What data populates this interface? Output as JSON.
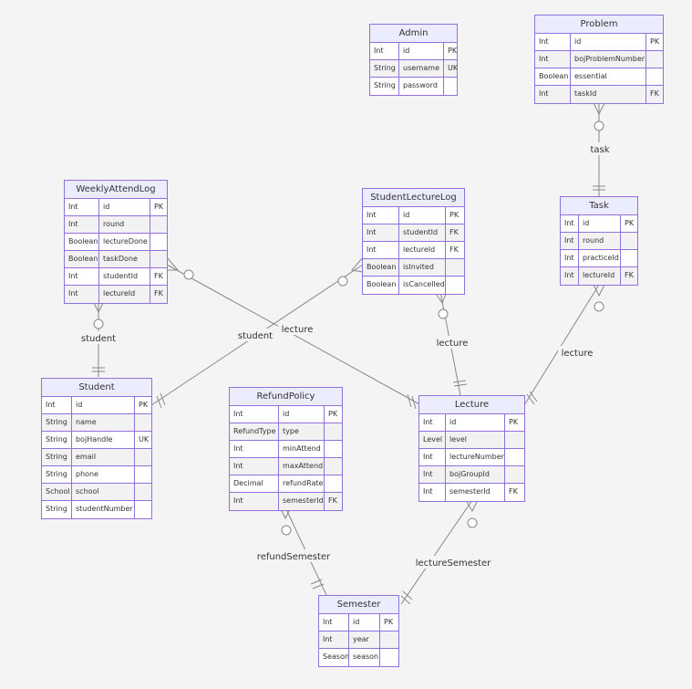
{
  "entities": [
    {
      "id": "Admin",
      "title": "Admin",
      "attrs": [
        [
          "Int",
          "id",
          "PK"
        ],
        [
          "String",
          "username",
          "UK"
        ],
        [
          "String",
          "password",
          ""
        ]
      ]
    },
    {
      "id": "Problem",
      "title": "Problem",
      "attrs": [
        [
          "Int",
          "id",
          "PK"
        ],
        [
          "Int",
          "bojProblemNumber",
          ""
        ],
        [
          "Boolean",
          "essential",
          ""
        ],
        [
          "Int",
          "taskId",
          "FK"
        ]
      ]
    },
    {
      "id": "WeeklyAttendLog",
      "title": "WeeklyAttendLog",
      "attrs": [
        [
          "Int",
          "id",
          "PK"
        ],
        [
          "Int",
          "round",
          ""
        ],
        [
          "Boolean",
          "lectureDone",
          ""
        ],
        [
          "Boolean",
          "taskDone",
          ""
        ],
        [
          "Int",
          "studentId",
          "FK"
        ],
        [
          "Int",
          "lectureId",
          "FK"
        ]
      ]
    },
    {
      "id": "StudentLectureLog",
      "title": "StudentLectureLog",
      "attrs": [
        [
          "Int",
          "id",
          "PK"
        ],
        [
          "Int",
          "studentId",
          "FK"
        ],
        [
          "Int",
          "lectureId",
          "FK"
        ],
        [
          "Boolean",
          "isInvited",
          ""
        ],
        [
          "Boolean",
          "isCancelled",
          ""
        ]
      ]
    },
    {
      "id": "Task",
      "title": "Task",
      "attrs": [
        [
          "Int",
          "id",
          "PK"
        ],
        [
          "Int",
          "round",
          ""
        ],
        [
          "Int",
          "practiceId",
          ""
        ],
        [
          "Int",
          "lectureId",
          "FK"
        ]
      ]
    },
    {
      "id": "Student",
      "title": "Student",
      "attrs": [
        [
          "Int",
          "id",
          "PK"
        ],
        [
          "String",
          "name",
          ""
        ],
        [
          "String",
          "bojHandle",
          "UK"
        ],
        [
          "String",
          "email",
          ""
        ],
        [
          "String",
          "phone",
          ""
        ],
        [
          "School",
          "school",
          ""
        ],
        [
          "String",
          "studentNumber",
          ""
        ]
      ]
    },
    {
      "id": "RefundPolicy",
      "title": "RefundPolicy",
      "attrs": [
        [
          "Int",
          "id",
          "PK"
        ],
        [
          "RefundType",
          "type",
          ""
        ],
        [
          "Int",
          "minAttend",
          ""
        ],
        [
          "Int",
          "maxAttend",
          ""
        ],
        [
          "Decimal",
          "refundRate",
          ""
        ],
        [
          "Int",
          "semesterId",
          "FK"
        ]
      ]
    },
    {
      "id": "Lecture",
      "title": "Lecture",
      "attrs": [
        [
          "Int",
          "id",
          "PK"
        ],
        [
          "Level",
          "level",
          ""
        ],
        [
          "Int",
          "lectureNumber",
          ""
        ],
        [
          "Int",
          "bojGroupId",
          ""
        ],
        [
          "Int",
          "semesterId",
          "FK"
        ]
      ]
    },
    {
      "id": "Semester",
      "title": "Semester",
      "attrs": [
        [
          "Int",
          "id",
          "PK"
        ],
        [
          "Int",
          "year",
          ""
        ],
        [
          "Season",
          "season",
          ""
        ]
      ]
    }
  ],
  "relationships": [
    {
      "name": "rel-problem-task",
      "label": "task"
    },
    {
      "name": "rel-weekly-student",
      "label": "student"
    },
    {
      "name": "rel-weekly-lecture",
      "label": "lecture"
    },
    {
      "name": "rel-sll-student",
      "label": "student"
    },
    {
      "name": "rel-sll-lecture",
      "label": "lecture"
    },
    {
      "name": "rel-task-lecture",
      "label": "lecture"
    },
    {
      "name": "rel-refund-semester",
      "label": "refundSemester"
    },
    {
      "name": "rel-lecture-semester",
      "label": "lectureSemester"
    }
  ],
  "colors": {
    "border": "#9370DB",
    "header": "#ECECFF",
    "line": "#888888",
    "label": "#333333",
    "background": "#f4f4f4"
  }
}
